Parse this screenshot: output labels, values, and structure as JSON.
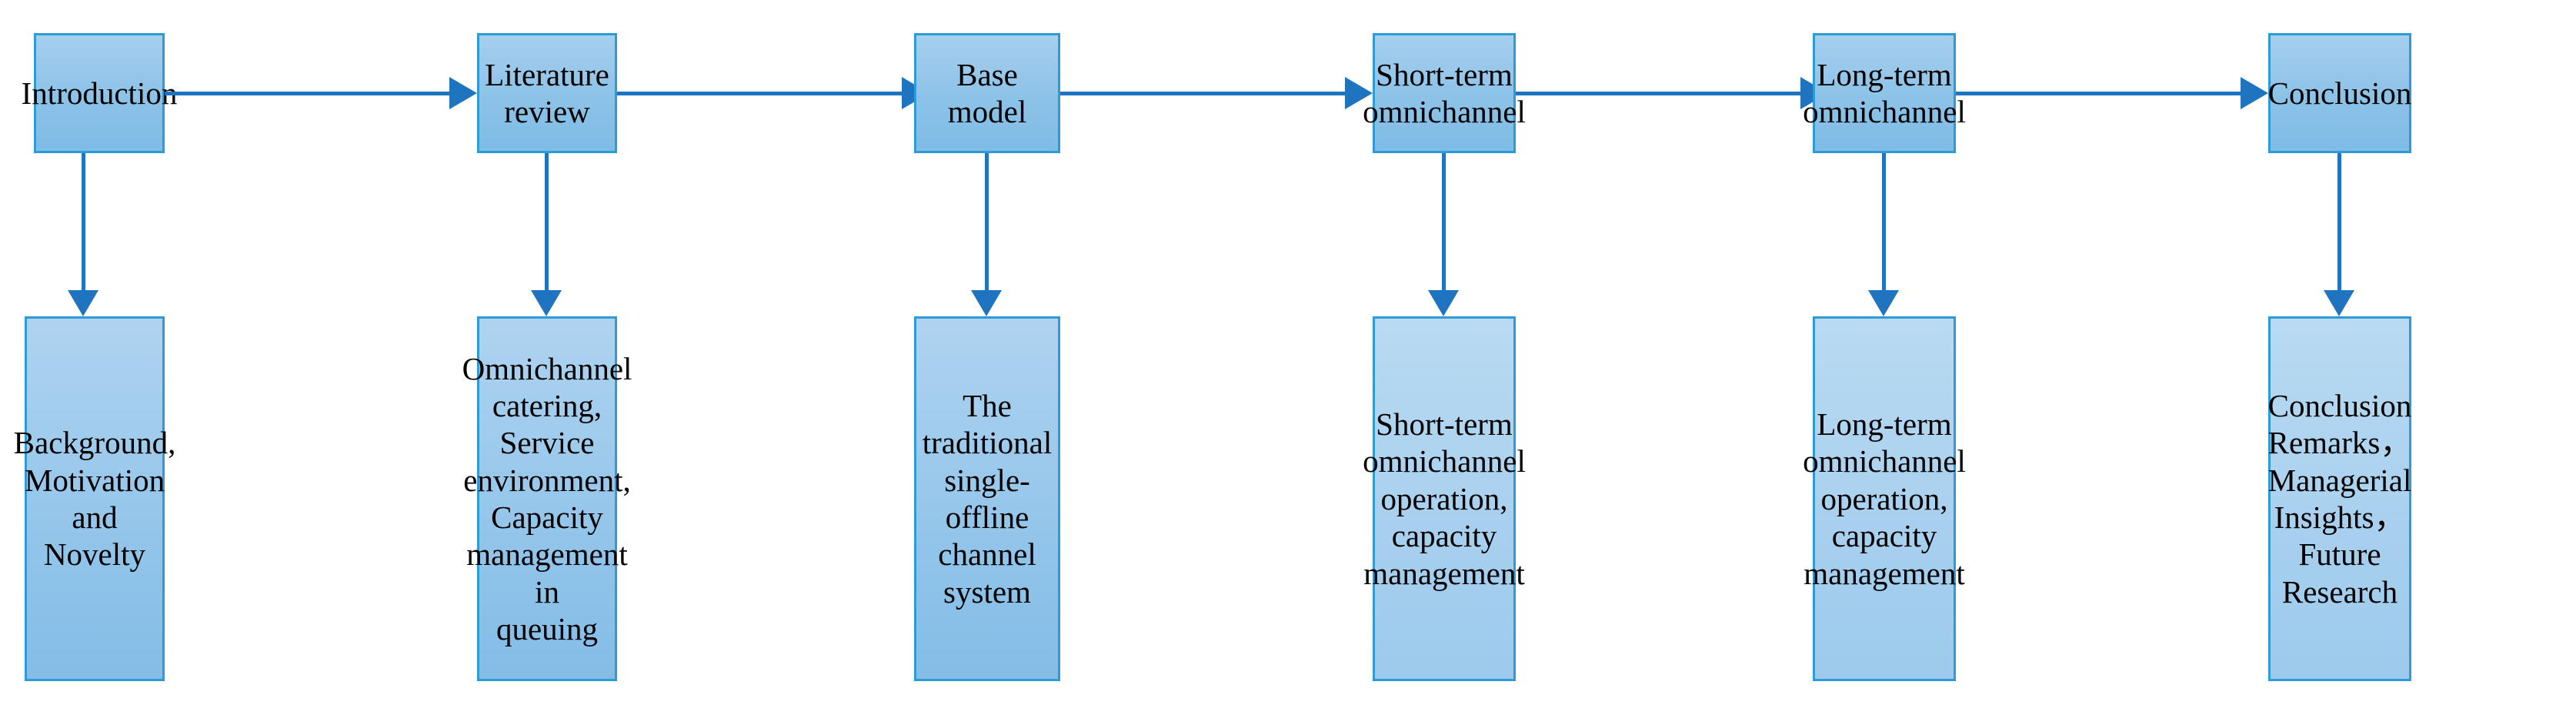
{
  "diagram": {
    "type": "flowchart",
    "orientation": "left-to-right",
    "accent_color": "#1F74C0",
    "box_border_color": "#2E9BD6",
    "box_fill_top": "#A7CFEE",
    "box_fill_bottom": "#7FBCE6",
    "columns": [
      {
        "id": "introduction",
        "stage_label": "Introduction",
        "detail_label": "Background,\nMotivation and\nNovelty"
      },
      {
        "id": "literature-review",
        "stage_label": "Literature\nreview",
        "detail_label": "Omnichannel\ncatering,\nService\nenvironment,\nCapacity\nmanagement in\nqueuing"
      },
      {
        "id": "base-model",
        "stage_label": "Base model",
        "detail_label": "The traditional\nsingle-offline\nchannel system"
      },
      {
        "id": "short-term-omnichannel",
        "stage_label": "Short-term\nomnichannel",
        "detail_label": "Short-term\nomnichannel\noperation,\ncapacity\nmanagement"
      },
      {
        "id": "long-term-omnichannel",
        "stage_label": "Long-term\nomnichannel",
        "detail_label": "Long-term\nomnichannel\noperation,\ncapacity\nmanagement"
      },
      {
        "id": "conclusion",
        "stage_label": "Conclusion",
        "detail_label": "Conclusion\nRemarks，\nManagerial\nInsights，\nFuture\nResearch"
      }
    ],
    "connectors": {
      "horizontal_count": 5,
      "vertical_count": 6,
      "arrow_style": "solid-triangle"
    }
  }
}
